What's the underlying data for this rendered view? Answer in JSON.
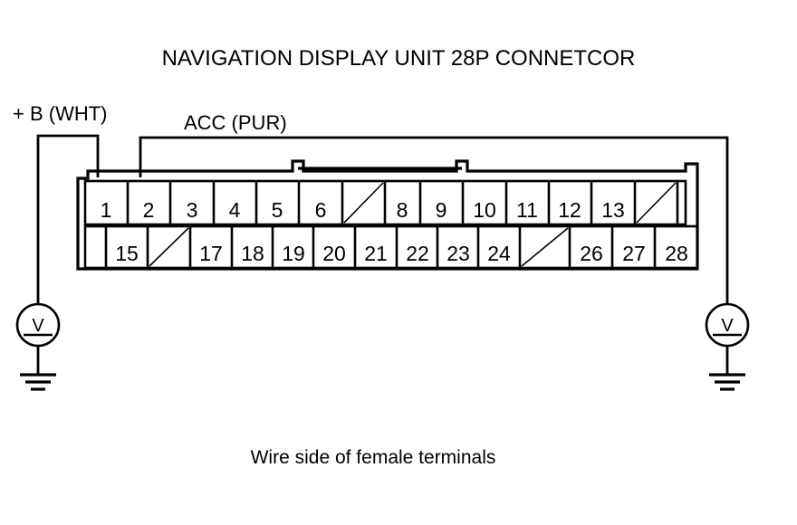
{
  "diagram": {
    "title": "NAVIGATION DISPLAY UNIT 28P CONNETCOR",
    "caption": "Wire side of female terminals",
    "line_color": "#000000",
    "background_color": "#ffffff"
  },
  "wires": [
    {
      "id": "plus-b",
      "label": "+ B (WHT)",
      "pin": "1",
      "color_code": "WHT"
    },
    {
      "id": "acc",
      "label": "ACC (PUR)",
      "pin": "2",
      "color_code": "PUR"
    }
  ],
  "meters": [
    {
      "id": "voltmeter-left",
      "symbol": "V",
      "name": "voltmeter"
    },
    {
      "id": "voltmeter-right",
      "symbol": "V",
      "name": "voltmeter"
    }
  ],
  "connector": {
    "pin_count": "28",
    "top_row": [
      {
        "label": "1",
        "blank": false
      },
      {
        "label": "2",
        "blank": false
      },
      {
        "label": "3",
        "blank": false
      },
      {
        "label": "4",
        "blank": false
      },
      {
        "label": "5",
        "blank": false
      },
      {
        "label": "6",
        "blank": false
      },
      {
        "label": "",
        "blank": true
      },
      {
        "label": "8",
        "blank": false
      },
      {
        "label": "9",
        "blank": false
      },
      {
        "label": "10",
        "blank": false
      },
      {
        "label": "11",
        "blank": false
      },
      {
        "label": "12",
        "blank": false
      },
      {
        "label": "13",
        "blank": false
      },
      {
        "label": "",
        "blank": true
      }
    ],
    "bottom_row": [
      {
        "label": "",
        "blank": false,
        "empty": true
      },
      {
        "label": "15",
        "blank": false
      },
      {
        "label": "",
        "blank": true
      },
      {
        "label": "17",
        "blank": false
      },
      {
        "label": "18",
        "blank": false
      },
      {
        "label": "19",
        "blank": false
      },
      {
        "label": "20",
        "blank": false
      },
      {
        "label": "21",
        "blank": false
      },
      {
        "label": "22",
        "blank": false
      },
      {
        "label": "23",
        "blank": false
      },
      {
        "label": "24",
        "blank": false
      },
      {
        "label": "",
        "blank": true
      },
      {
        "label": "26",
        "blank": false
      },
      {
        "label": "27",
        "blank": false
      },
      {
        "label": "28",
        "blank": false
      }
    ]
  }
}
